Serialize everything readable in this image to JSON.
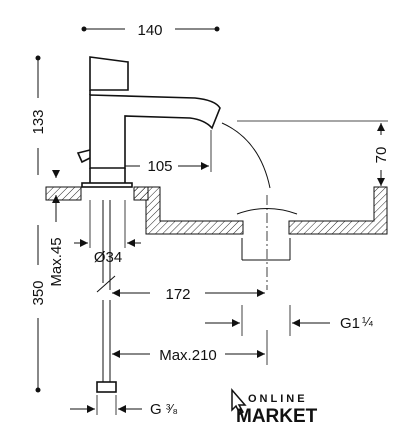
{
  "dimensions": {
    "width_top": "140",
    "height_body": "133",
    "spout_reach": "105",
    "basin_depth": "70",
    "max_thickness": "Max.45",
    "hole_diameter": "Ø34",
    "total_height": "350",
    "drain_distance": "172",
    "drain_thread_main": "G1",
    "drain_thread_frac": "¼",
    "max_distance": "Max.210",
    "supply_thread_main": "G",
    "supply_thread_frac": "³⁄₈"
  },
  "logo": {
    "top": "ONLINE",
    "bottom": "MARKET"
  }
}
